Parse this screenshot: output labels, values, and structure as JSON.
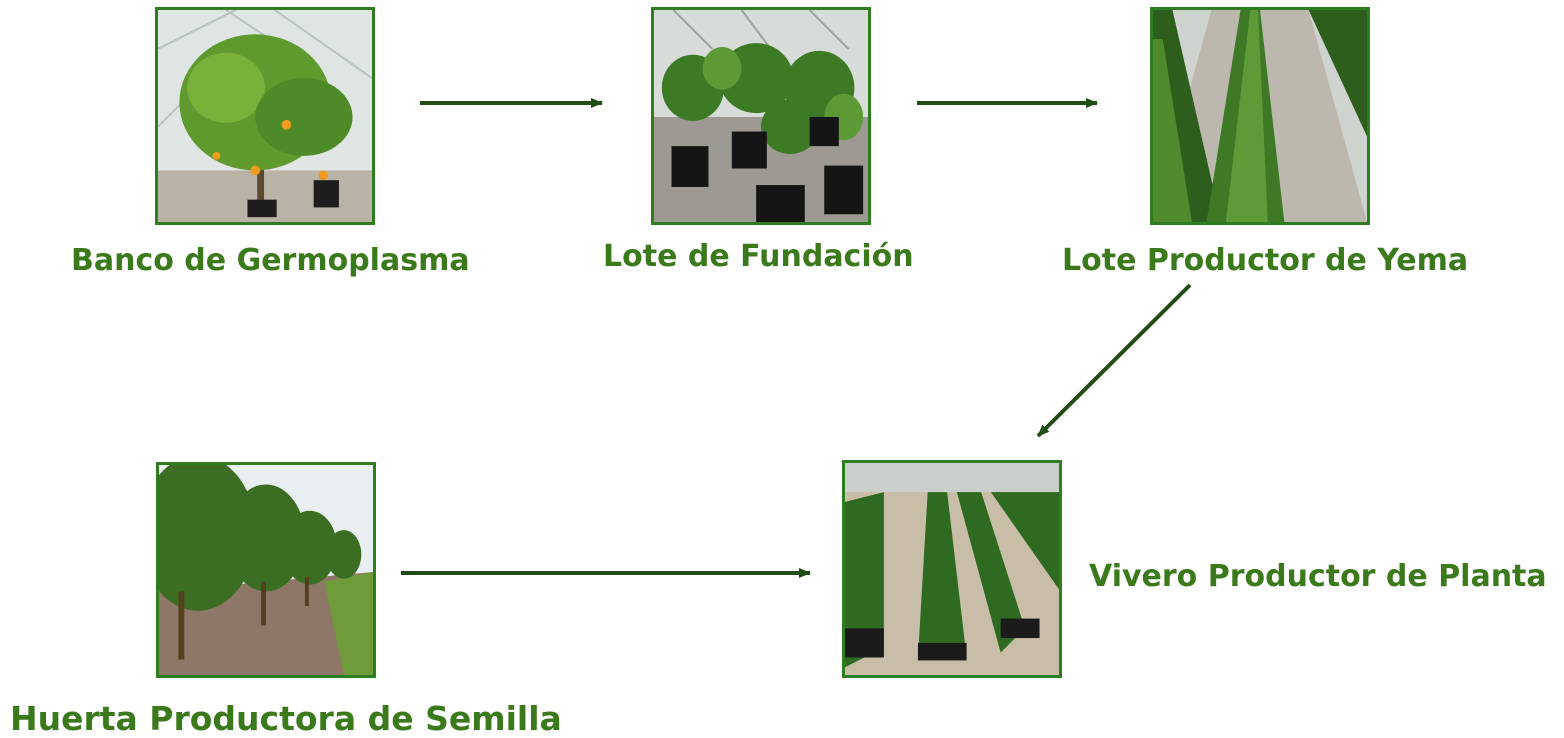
{
  "nodes": {
    "banco": {
      "label": "Banco de Germoplasma"
    },
    "fundacion": {
      "label": "Lote de Fundación"
    },
    "yema": {
      "label": "Lote Productor de Yema"
    },
    "huerta": {
      "label": "Huerta Productora de Semilla"
    },
    "vivero": {
      "label": "Vivero Productor de Planta"
    }
  },
  "colors": {
    "label_text": "#3a7a1b",
    "photo_border": "#2e7d1e",
    "arrow": "#1f4d14"
  }
}
